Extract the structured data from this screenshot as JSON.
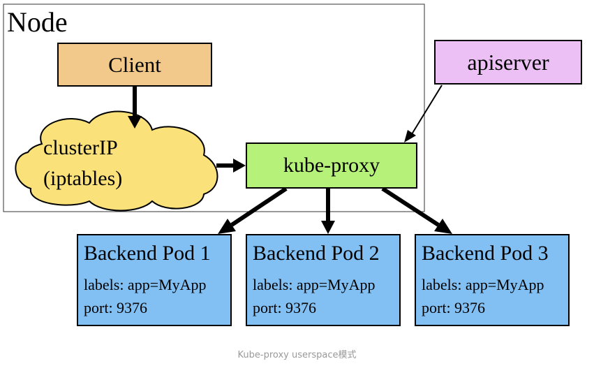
{
  "diagram": {
    "node_title": "Node",
    "client": {
      "label": "Client",
      "color": "#f2c98a"
    },
    "apiserver": {
      "label": "apiserver",
      "color": "#ecc0f5"
    },
    "cluster_ip": {
      "line1": "clusterIP",
      "line2": "(iptables)",
      "color": "#fae17a"
    },
    "kube_proxy": {
      "label": "kube-proxy",
      "color": "#b6f27a"
    },
    "pods": [
      {
        "name": "Backend Pod 1",
        "labels": "labels: app=MyApp",
        "port": "port: 9376"
      },
      {
        "name": "Backend Pod 2",
        "labels": "labels: app=MyApp",
        "port": "port: 9376"
      },
      {
        "name": "Backend Pod 3",
        "labels": "labels: app=MyApp",
        "port": "port: 9376"
      }
    ],
    "pod_color": "#82bff2"
  },
  "caption": "Kube-proxy userspace模式"
}
